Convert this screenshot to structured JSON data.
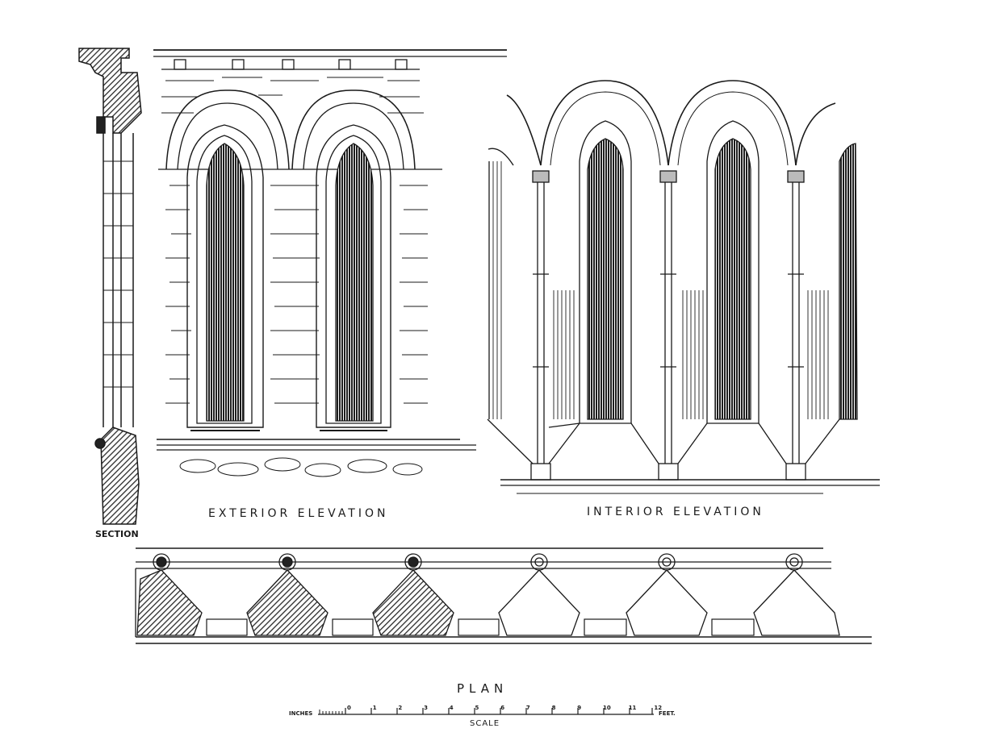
{
  "labels": {
    "section": "SECTION",
    "exterior": "EXTERIOR ELEVATION",
    "interior": "INTERIOR ELEVATION",
    "plan": "PLAN",
    "scale": "SCALE",
    "inches": "INCHES",
    "feet": "FEET."
  },
  "scale_ticks": [
    "0",
    "1",
    "2",
    "3",
    "4",
    "5",
    "6",
    "7",
    "8",
    "9",
    "10",
    "11",
    "12"
  ],
  "colors": {
    "ink": "#1a1a1a",
    "paper": "#ffffff",
    "hatch": "#3a3a3a"
  }
}
